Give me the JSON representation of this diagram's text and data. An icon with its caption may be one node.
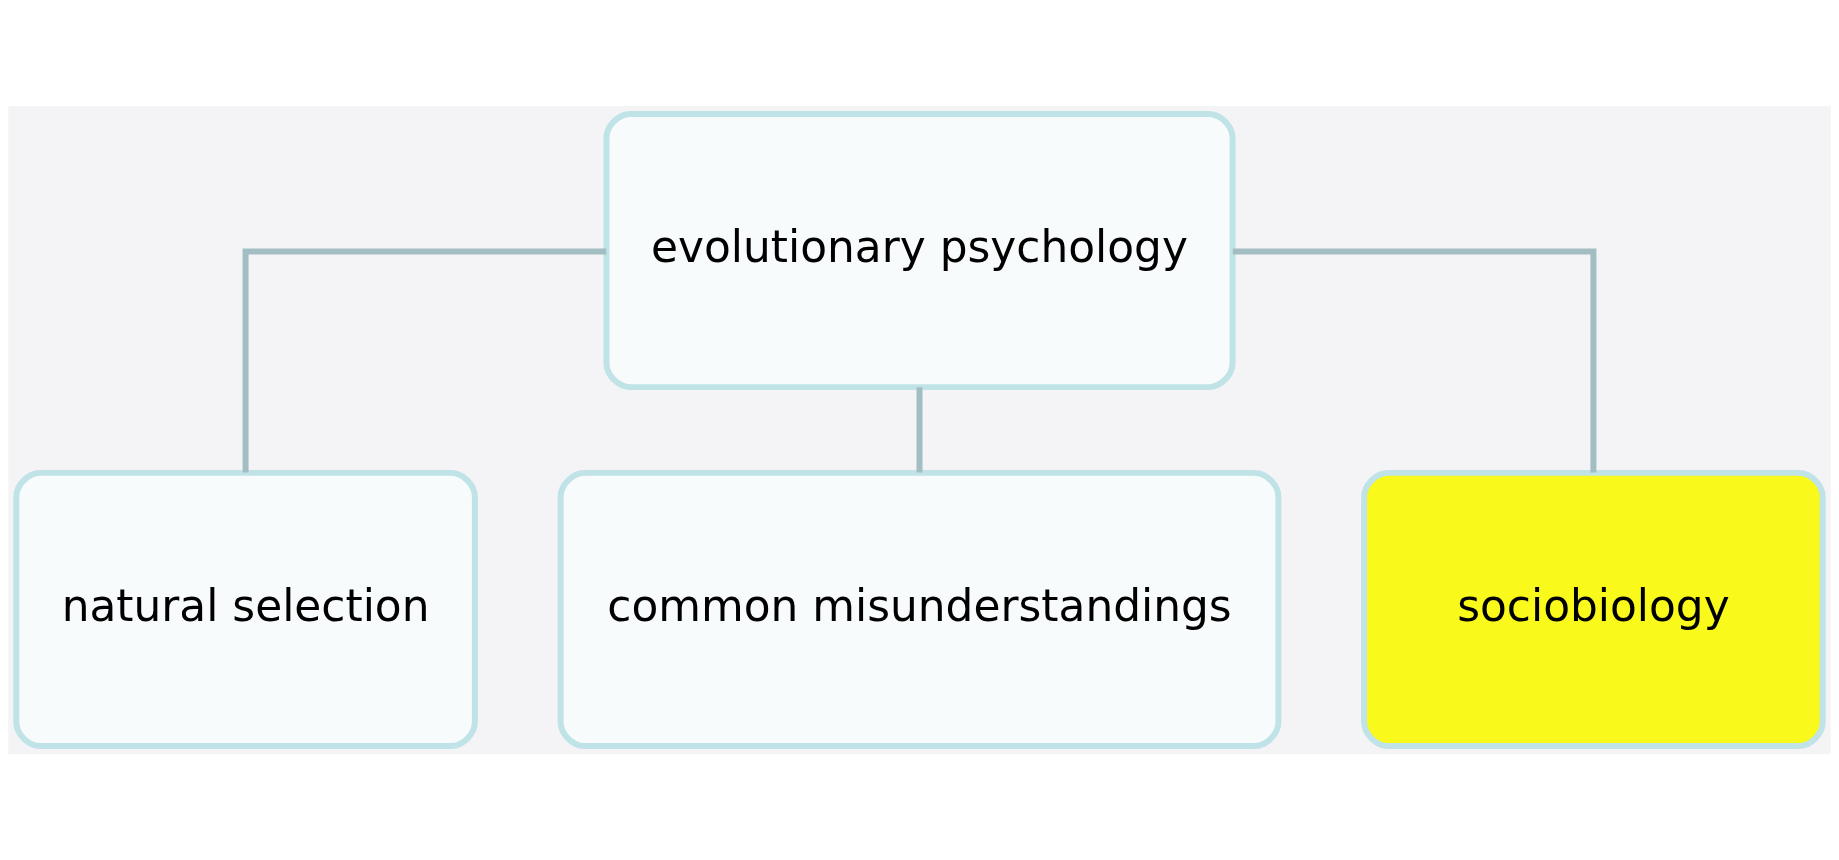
{
  "diagram": {
    "nodes": [
      {
        "text": [
          "evolutionary psychology"
        ]
      },
      {
        "text": [
          "natural selection"
        ]
      },
      {
        "text": [
          "common misunderstandings"
        ]
      },
      {
        "text": [
          "sociobiology"
        ]
      }
    ],
    "edges": [
      {
        "from": 0,
        "to": 1,
        "arrow": "none"
      },
      {
        "from": 0,
        "to": 2,
        "arrow": "none"
      },
      {
        "from": 0,
        "to": 3,
        "arrow": "none"
      }
    ]
  }
}
